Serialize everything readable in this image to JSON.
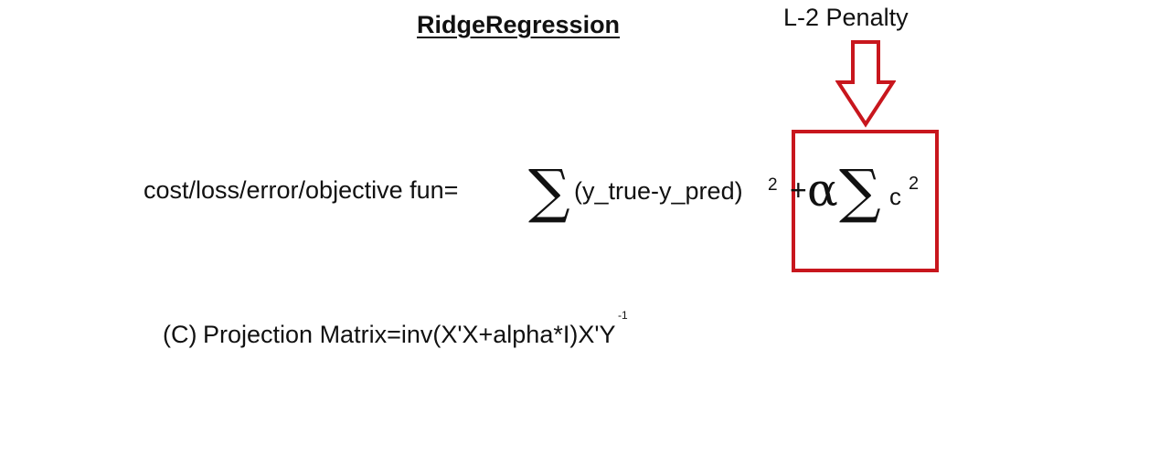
{
  "title": "RidgeRegression",
  "penalty": {
    "label": "L-2 Penalty",
    "accent_color": "#c8161d"
  },
  "cost_equation": {
    "lhs": "cost/loss/error/objective fun=",
    "sum_symbol": "∑",
    "sum_term": "(y_true-y_pred)",
    "square": "2",
    "plus": "+",
    "alpha_symbol": "α",
    "coefficient": "c",
    "coef_square": "2"
  },
  "projection": {
    "prefix": "(C)",
    "formula": "Projection Matrix=inv(X'X+alpha*I)X'Y",
    "inverse_exponent": "-1"
  }
}
